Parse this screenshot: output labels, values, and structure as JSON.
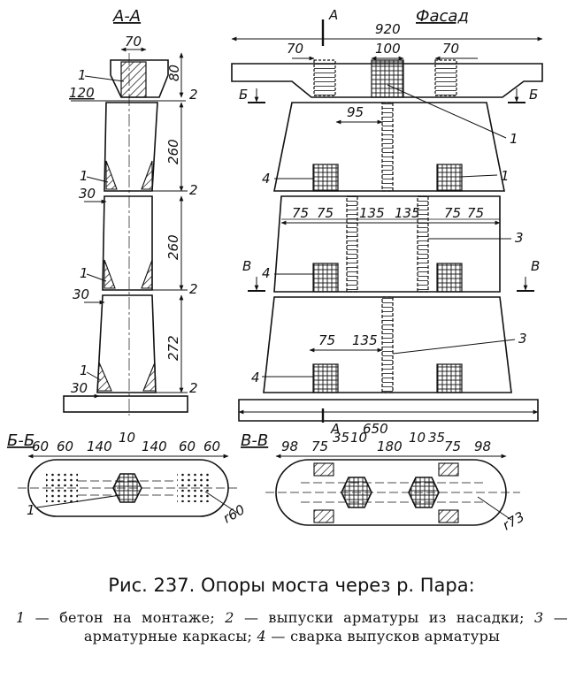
{
  "views": {
    "section_aa": {
      "title": "А-А",
      "dims": {
        "top_width": "70",
        "top_height": "80",
        "slab_width": "120",
        "h1": "260",
        "h2": "260",
        "h3": "272",
        "j1": "30",
        "j2": "30",
        "j3": "30"
      },
      "labels": {
        "c1": "1",
        "c2": "1",
        "c3": "1",
        "c4": "1",
        "r1": "2",
        "r2": "2",
        "r3": "2",
        "r4": "2"
      }
    },
    "facade": {
      "title": "Фасад",
      "cut_a": "А",
      "cut_a_bottom": "А",
      "dims": {
        "total": "920",
        "l70": "70",
        "c100": "100",
        "r70": "70",
        "off95": "95",
        "m75a": "75",
        "m75b": "75",
        "m135a": "135",
        "m135b": "135",
        "m75c": "75",
        "m75d": "75",
        "b75": "75",
        "b135": "135",
        "base": "650"
      },
      "cuts": {
        "b_left": "Б",
        "b_right": "Б",
        "v_left": "В",
        "v_right": "В"
      },
      "labels": {
        "l1a": "1",
        "l1b": "1",
        "l4a": "4",
        "l4b": "4",
        "l4c": "4",
        "l3a": "3",
        "l3b": "3"
      }
    },
    "section_bb": {
      "title": "Б-Б",
      "dims": [
        "60",
        "60",
        "140",
        "10",
        "140",
        "60",
        "60"
      ],
      "radius": "r60",
      "label": "1"
    },
    "section_vv": {
      "title": "В-В",
      "dims": [
        "98",
        "75",
        "35",
        "10",
        "180",
        "10",
        "35",
        "75",
        "98"
      ],
      "radius": "r73"
    }
  },
  "caption": {
    "title": "Рис. 237. Опоры моста через р. Пара:",
    "legend": [
      {
        "num": "1",
        "text": " — бетон на монтаже; "
      },
      {
        "num": "2",
        "text": " — выпуски арматуры из насадки; "
      },
      {
        "num": "3",
        "text": " — арматурные каркасы; "
      },
      {
        "num": "4",
        "text": " — сварка выпусков арматуры"
      }
    ]
  }
}
